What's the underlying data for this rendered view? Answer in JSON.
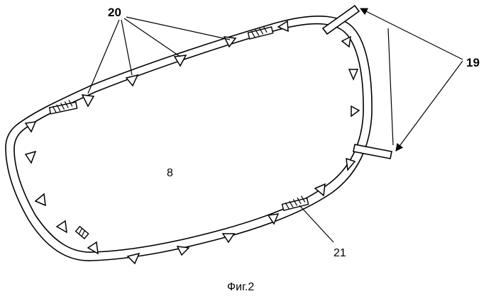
{
  "labels": {
    "wall_markers": "20",
    "nozzles": "19",
    "inner_region": "8",
    "element": "21"
  },
  "caption": "Фиг.2"
}
